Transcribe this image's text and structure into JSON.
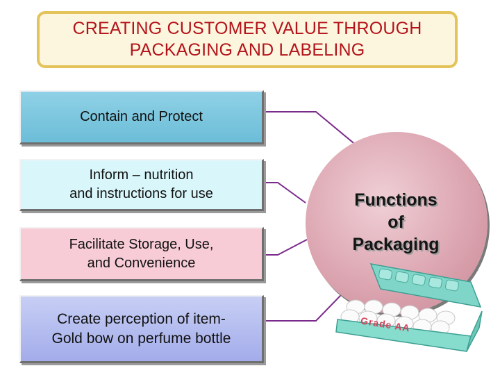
{
  "title": "CREATING CUSTOMER VALUE THROUGH\nPACKAGING AND LABELING",
  "functions": [
    {
      "label": "Contain and Protect"
    },
    {
      "label": "Inform – nutrition\nand instructions for use"
    },
    {
      "label": "Facilitate Storage, Use,\nand Convenience"
    },
    {
      "label": "Create perception of item-\nGold bow on perfume bottle"
    }
  ],
  "center": {
    "label": "Functions\nof\nPackaging"
  },
  "egg_carton": {
    "label": "Grade AA"
  },
  "colors": {
    "title_text": "#b3141b",
    "title_border": "#e3c35a",
    "box_1": "#7cc6df",
    "box_2": "#d9f7fb",
    "box_3": "#f7ccd7",
    "box_4": "#b5bdf0",
    "circle": "#dca6b1",
    "connector": "#7a2a8a"
  }
}
